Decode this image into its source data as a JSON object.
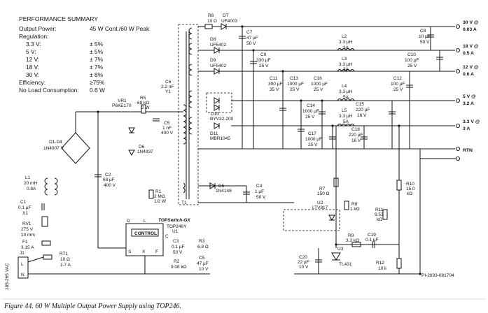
{
  "summary": {
    "title": "PERFORMANCE SUMMARY",
    "rows": [
      {
        "label": "Output Power:",
        "value": "45 W Cont./60 W Peak"
      },
      {
        "label": "Regulation:",
        "value": ""
      },
      {
        "label": "3.3 V:",
        "value": "± 5%"
      },
      {
        "label": "5 V:",
        "value": "± 5%"
      },
      {
        "label": "12 V:",
        "value": "± 7%"
      },
      {
        "label": "18 V:",
        "value": "± 7%"
      },
      {
        "label": "30 V:",
        "value": "± 8%"
      },
      {
        "label": "Efficiency:",
        "value": "≥75%"
      },
      {
        "label": "No Load Consumption:",
        "value": "0.6 W"
      }
    ]
  },
  "outputs": [
    {
      "voltage": "30 V @",
      "current": "0.03 A"
    },
    {
      "voltage": "18 V @",
      "current": "0.5 A"
    },
    {
      "voltage": "12 V @",
      "current": "0.6 A"
    },
    {
      "voltage": "5 V @",
      "current": "3.2 A"
    },
    {
      "voltage": "3.3 V @",
      "current": "3 A"
    },
    {
      "voltage": "RTN",
      "current": ""
    }
  ],
  "components": {
    "r6": [
      "R6",
      "10 Ω"
    ],
    "d7": [
      "D7",
      "UF4003"
    ],
    "c7": [
      "C7",
      "47 µF",
      "50 V"
    ],
    "c8": [
      "C8",
      "10 µF",
      "50 V"
    ],
    "d8": [
      "D8",
      "UF5402"
    ],
    "l2": [
      "L2",
      "3.3 µH",
      "3A"
    ],
    "c9": [
      "C9",
      "330 µF",
      "25 V"
    ],
    "l3": [
      "L3",
      "3.3 µH",
      "3A"
    ],
    "c10": [
      "C10",
      "100 µF",
      "25 V"
    ],
    "d9": [
      "D9",
      "UF5402"
    ],
    "c11": [
      "C11",
      "390 µF",
      "35 V"
    ],
    "c13": [
      "C13",
      "1000 µF",
      "25 V"
    ],
    "c16": [
      "C16",
      "1000 µF",
      "25 V"
    ],
    "l4": [
      "L4",
      "3.3 µH",
      "5A"
    ],
    "c12": [
      "C12",
      "100 µF",
      "25 V"
    ],
    "vr1": [
      "VR1",
      "P6KE170"
    ],
    "r5": [
      "R5",
      "68 kΩ",
      "2 W"
    ],
    "c6": [
      "C6",
      "2.2 nF",
      "Y1"
    ],
    "c5": [
      "C5",
      "1 nF",
      "400 V"
    ],
    "d10": [
      "D10",
      "BYV32-200"
    ],
    "d11": [
      "D11",
      "MBR1045"
    ],
    "c14": [
      "C14",
      "1000 µF",
      "25 V"
    ],
    "c17": [
      "C17",
      "1000 µF",
      "25 V"
    ],
    "l5": [
      "L5",
      "3.3 µH",
      "5A"
    ],
    "c15": [
      "C15",
      "220 µF",
      "16 V"
    ],
    "c18": [
      "C18",
      "220 µF",
      "16 V"
    ],
    "d1d4": [
      "D1-D4",
      "1N4007 V"
    ],
    "d6": [
      "D6",
      "1N4937"
    ],
    "c2": [
      "C2",
      "68 µF",
      "400 V"
    ],
    "l1": [
      "L1",
      "20 mH",
      "0.8A"
    ],
    "c1": [
      "C1",
      "0.1 µF",
      "X1"
    ],
    "rv1": [
      "RV1",
      "275 V",
      "14 mm"
    ],
    "f1": [
      "F1",
      "3.15 A"
    ],
    "rt1": [
      "RT1",
      "10 Ω",
      "1.7 A"
    ],
    "j1": [
      "J1"
    ],
    "r1": [
      "R1",
      "2 MΩ",
      "1/2 W"
    ],
    "d5": [
      "D5",
      "1N4148"
    ],
    "c4": [
      "C4",
      "1 µF",
      "50 V"
    ],
    "r7": [
      "R7",
      "150 Ω"
    ],
    "r8": [
      "R8",
      "1 kΩ"
    ],
    "u2": [
      "U2",
      "LTV817"
    ],
    "r10": [
      "R10",
      "15.0",
      "kΩ"
    ],
    "r11": [
      "R11",
      "9.53",
      "kΩ"
    ],
    "r9": [
      "R9",
      "3.3 kΩ"
    ],
    "c19": [
      "C19",
      "0.1 µF"
    ],
    "c3": [
      "C3",
      "0.1 µF",
      "50 V"
    ],
    "r3": [
      "R3",
      "6.8 Ω"
    ],
    "r2": [
      "R2",
      "9.08 kΩ"
    ],
    "c0": [
      "C5",
      "47 µF",
      "10 V"
    ],
    "u1": [
      "TOP246Y",
      "U1"
    ],
    "c20": [
      "C20",
      "22 µF",
      "10 V"
    ],
    "u3": [
      "U3",
      "TL431"
    ],
    "r12": [
      "R12",
      "10 k"
    ],
    "t1": [
      "T1"
    ]
  },
  "topswitch_brand": "TOPSwitch-GX",
  "control_label": "CONTROL",
  "pin_labels": [
    "D",
    "L",
    "S",
    "X",
    "F",
    "C"
  ],
  "ac_input": "185-265 VAC",
  "ac_terminals": [
    "L",
    "N"
  ],
  "part_number": "PI-2693-081704",
  "caption": "Figure 44. 60 W Multiple Output Power Supply using TOP246."
}
